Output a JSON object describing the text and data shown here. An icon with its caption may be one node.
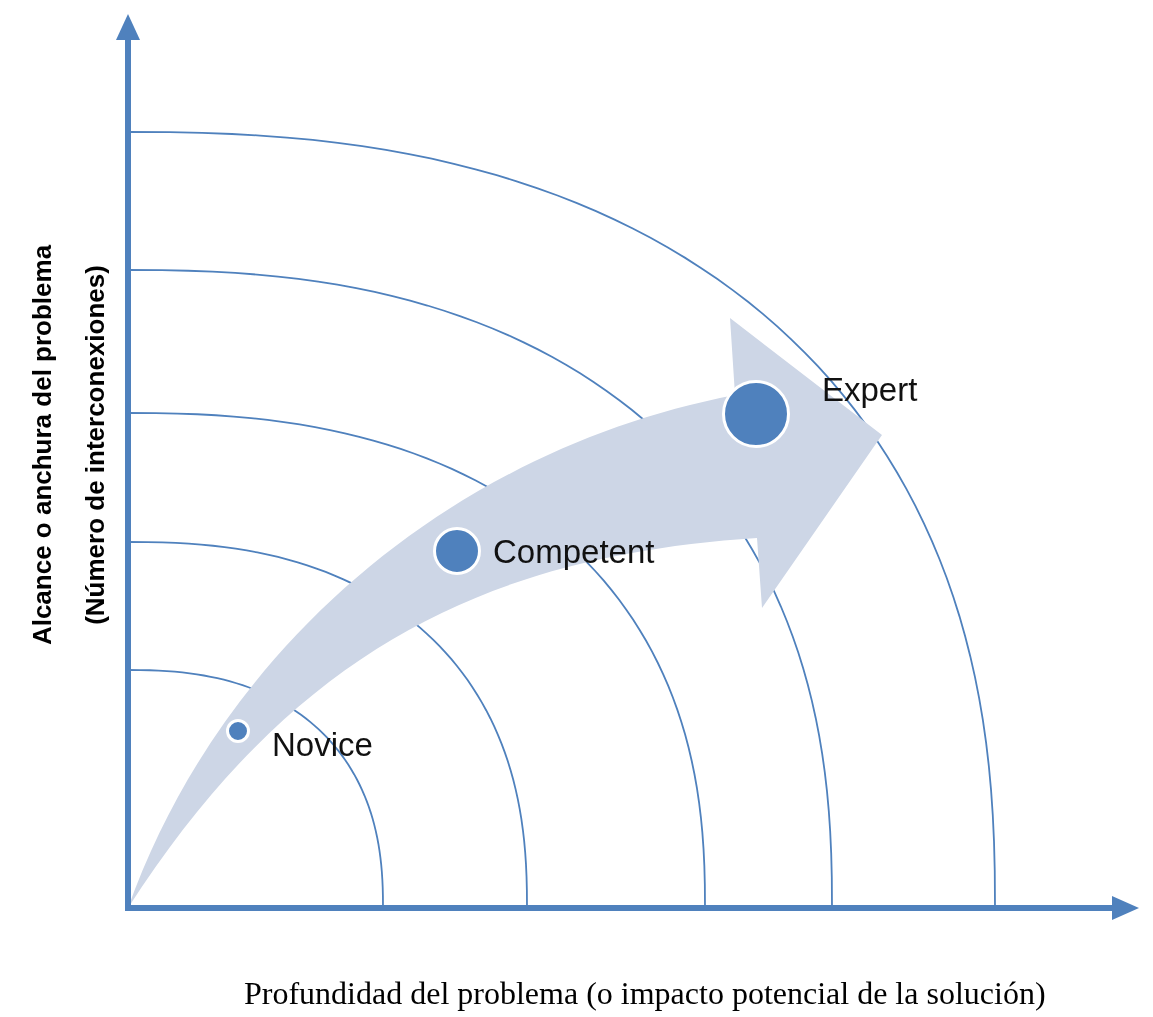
{
  "diagram": {
    "nodes": [
      {
        "text": [],
        "shape": "circle",
        "beside": [
          "Novice"
        ]
      },
      {
        "text": [],
        "shape": "circle",
        "beside": [
          "Competent"
        ]
      },
      {
        "text": [],
        "shape": "circle",
        "beside": [
          "Expert"
        ]
      }
    ],
    "labels": [
      "Alcance o anchura del problema",
      "(Número de interconexiones)",
      "Profundidad del problema (o impacto potencial de la solución)"
    ]
  }
}
